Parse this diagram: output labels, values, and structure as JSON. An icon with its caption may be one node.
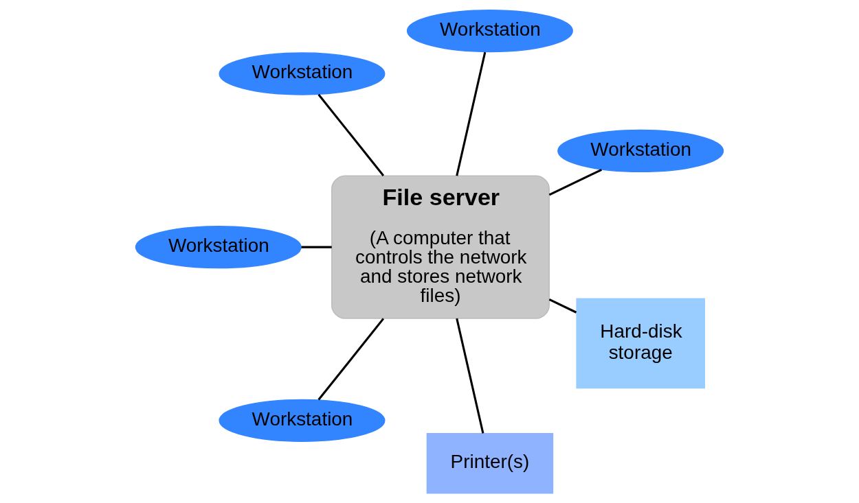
{
  "diagram": {
    "nodes": [
      {
        "text": [
          "File server",
          "(A computer that controls the network and stores network files)"
        ]
      },
      {
        "text": [
          "Workstation"
        ]
      },
      {
        "text": [
          "Workstation"
        ]
      },
      {
        "text": [
          "Workstation"
        ]
      },
      {
        "text": [
          "Workstation"
        ]
      },
      {
        "text": [
          "Workstation"
        ]
      },
      {
        "text": [
          "Printer(s)"
        ]
      },
      {
        "text": [
          "Hard-disk storage"
        ]
      }
    ],
    "edges": [
      {
        "from": 0,
        "to": 1,
        "arrow": "none"
      },
      {
        "from": 0,
        "to": 2,
        "arrow": "none"
      },
      {
        "from": 0,
        "to": 3,
        "arrow": "none"
      },
      {
        "from": 0,
        "to": 4,
        "arrow": "none"
      },
      {
        "from": 0,
        "to": 5,
        "arrow": "none"
      },
      {
        "from": 0,
        "to": 6,
        "arrow": "none"
      },
      {
        "from": 0,
        "to": 7,
        "arrow": "none"
      }
    ]
  }
}
